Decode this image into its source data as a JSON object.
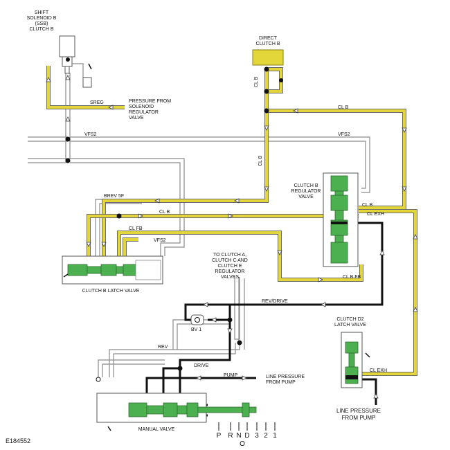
{
  "figure_id": "E184552",
  "labels": {
    "ssb": [
      "SHIFT",
      "SOLENOID B",
      "(SSB)",
      "CLUTCH B"
    ],
    "direct_clutch": [
      "DIRECT",
      "CLUTCH B"
    ],
    "pressure_from_solenoid": [
      "PRESSURE FROM",
      "SOLENOID",
      "REGULATOR",
      "VALVE"
    ],
    "sreg": "SREG",
    "vfs2": "VFS2",
    "clb": "CL B",
    "clbfb": "CL FB",
    "clbfb_lower": "CL B FB",
    "brev5f": "BREV 5F",
    "clb_reg_valve": [
      "CLUTCH B",
      "REGULATOR",
      "VALVE"
    ],
    "cl_exh": "CL EXH",
    "clutch_b_latch": "CLUTCH B LATCH VALVE",
    "to_clutch": [
      "TO CLUTCH A,",
      "CLUTCH C AND",
      "CLUTCH E",
      "REGULATOR",
      "VALVES"
    ],
    "rev_drive": "REV/DRIVE",
    "bv1": "BV 1",
    "rev": "REV",
    "drive": "DRIVE",
    "pump": "PUMP",
    "line_pressure_pump": [
      "LINE PRESSURE",
      "FROM PUMP"
    ],
    "clutch_d2_latch": [
      "CLUTCH D2",
      "LATCH VALVE"
    ],
    "manual_valve": "MANUAL VALVE",
    "line_pressure_pump2": [
      "LINE PRESSURE",
      "FROM PUMP"
    ]
  },
  "gear_positions": [
    "P",
    "R",
    "N",
    "D",
    "3",
    "2",
    "1"
  ],
  "gear_below": "O",
  "colors": {
    "clutch_pressure": "#e3d63a",
    "valve_spool": "#4caf50",
    "line_pressure": "#111111",
    "exhaust": "#8a8a8a"
  }
}
